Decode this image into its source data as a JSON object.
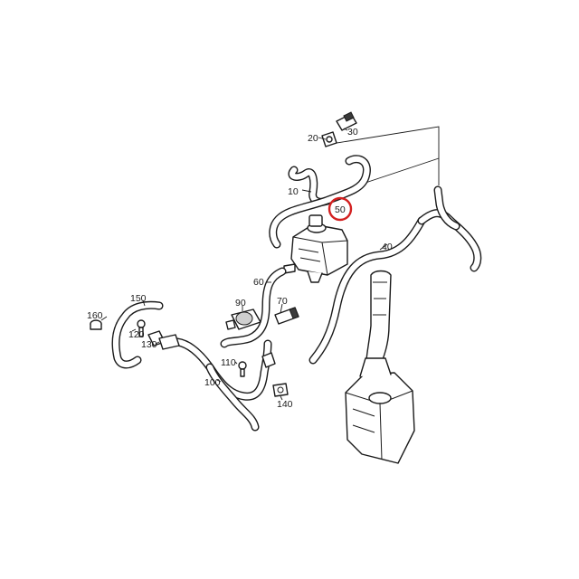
{
  "diagram": {
    "highlight_color": "#d32020",
    "line_color": "#1a1a1a",
    "background": "#ffffff",
    "labels": {
      "p10": "10",
      "p20": "20",
      "p30": "30",
      "p40": "40",
      "p50": "50",
      "p60": "60",
      "p70": "70",
      "p90": "90",
      "p100": "100",
      "p110": "110",
      "p120": "120",
      "p130": "130",
      "p140": "140",
      "p150": "150",
      "p160": "160"
    },
    "highlighted_part": "50"
  }
}
